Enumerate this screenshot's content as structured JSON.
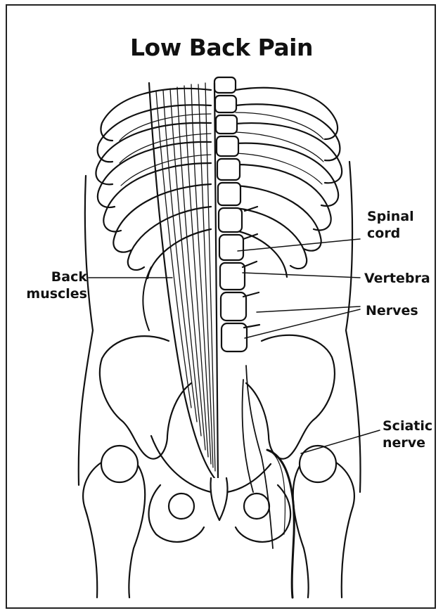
{
  "title": "Low Back Pain",
  "labels": {
    "spinal_cord": [
      "Spinal",
      "cord"
    ],
    "back_muscles": [
      "Back",
      "muscles"
    ],
    "vertebra": "Vertebra",
    "nerves": "Nerves",
    "sciatic_nerve": [
      "Sciatic",
      "nerve"
    ]
  }
}
